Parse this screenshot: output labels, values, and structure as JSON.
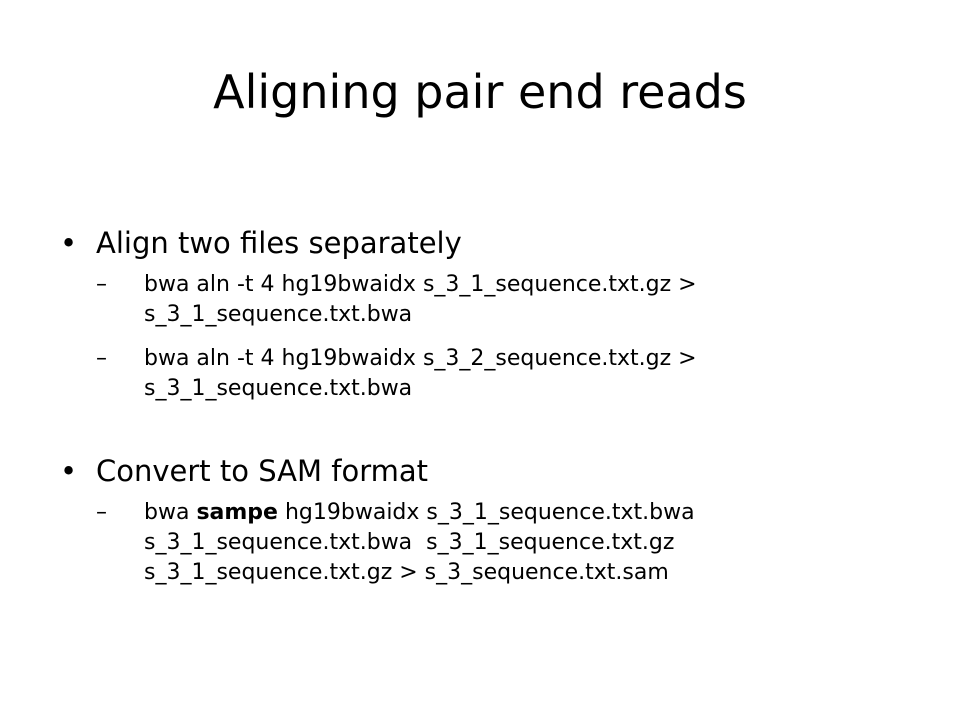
{
  "slide": {
    "title": "Aligning pair end reads",
    "bullet_symbol": "•",
    "dash_symbol": "–",
    "bullets": [
      {
        "text": "Align two files separately",
        "subitems": [
          {
            "lines": [
              "bwa aln -t 4 hg19bwaidx s_3_1_sequence.txt.gz >",
              "s_3_1_sequence.txt.bwa"
            ]
          },
          {
            "lines": [
              "bwa aln -t 4 hg19bwaidx s_3_2_sequence.txt.gz >",
              "s_3_1_sequence.txt.bwa"
            ]
          }
        ]
      },
      {
        "text": "Convert to SAM format",
        "subitems": [
          {
            "line1_pre": "bwa ",
            "line1_bold": "sampe",
            "line1_post": " hg19bwaidx s_3_1_sequence.txt.bwa",
            "lines": [
              "s_3_1_sequence.txt.bwa  s_3_1_sequence.txt.gz",
              "s_3_1_sequence.txt.gz > s_3_sequence.txt.sam"
            ]
          }
        ]
      }
    ]
  }
}
